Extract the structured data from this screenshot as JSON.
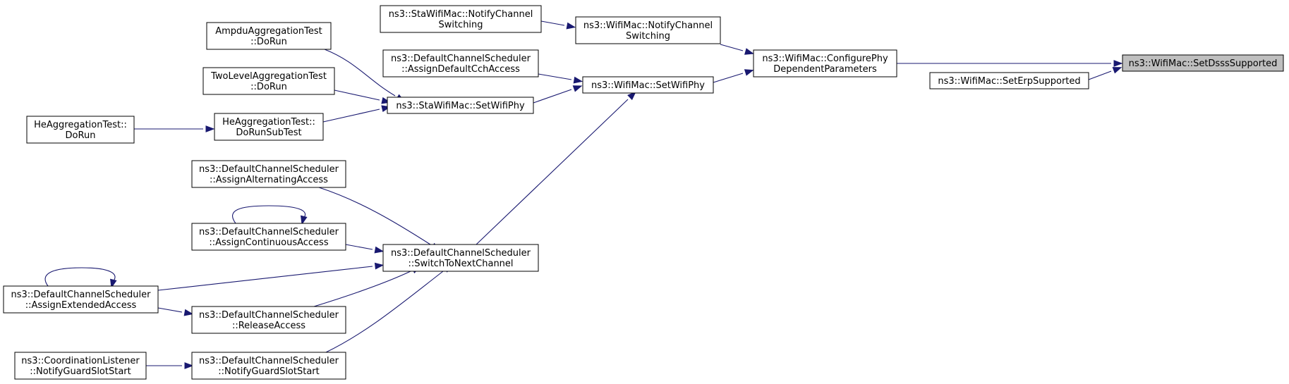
{
  "diagram": {
    "nodes": [
      {
        "id": "setdsss",
        "lines": [
          "ns3::WifiMac::SetDsssSupported"
        ],
        "current": true
      },
      {
        "id": "configphy",
        "lines": [
          "ns3::WifiMac::ConfigurePhy",
          "DependentParameters"
        ]
      },
      {
        "id": "seterp",
        "lines": [
          "ns3::WifiMac::SetErpSupported"
        ]
      },
      {
        "id": "wifimacnotify",
        "lines": [
          "ns3::WifiMac::NotifyChannel",
          "Switching"
        ]
      },
      {
        "id": "stanotify",
        "lines": [
          "ns3::StaWifiMac::NotifyChannel",
          "Switching"
        ]
      },
      {
        "id": "wifimacsetphy",
        "lines": [
          "ns3::WifiMac::SetWifiPhy"
        ]
      },
      {
        "id": "assigndefaultcch",
        "lines": [
          "ns3::DefaultChannelScheduler",
          "::AssignDefaultCchAccess"
        ]
      },
      {
        "id": "stasetphy",
        "lines": [
          "ns3::StaWifiMac::SetWifiPhy"
        ]
      },
      {
        "id": "switchnext",
        "lines": [
          "ns3::DefaultChannelScheduler",
          "::SwitchToNextChannel"
        ]
      },
      {
        "id": "ampdu",
        "lines": [
          "AmpduAggregationTest",
          "::DoRun"
        ]
      },
      {
        "id": "twolevel",
        "lines": [
          "TwoLevelAggregationTest",
          "::DoRun"
        ]
      },
      {
        "id": "hesub",
        "lines": [
          "HeAggregationTest::",
          "DoRunSubTest"
        ]
      },
      {
        "id": "herun",
        "lines": [
          "HeAggregationTest::",
          "DoRun"
        ]
      },
      {
        "id": "assignalt",
        "lines": [
          "ns3::DefaultChannelScheduler",
          "::AssignAlternatingAccess"
        ]
      },
      {
        "id": "assigncont",
        "lines": [
          "ns3::DefaultChannelScheduler",
          "::AssignContinuousAccess"
        ]
      },
      {
        "id": "assignext",
        "lines": [
          "ns3::DefaultChannelScheduler",
          "::AssignExtendedAccess"
        ]
      },
      {
        "id": "release",
        "lines": [
          "ns3::DefaultChannelScheduler",
          "::ReleaseAccess"
        ]
      },
      {
        "id": "notifyguard",
        "lines": [
          "ns3::DefaultChannelScheduler",
          "::NotifyGuardSlotStart"
        ]
      },
      {
        "id": "coordlistener",
        "lines": [
          "ns3::CoordinationListener",
          "::NotifyGuardSlotStart"
        ]
      }
    ],
    "edges": [
      {
        "from": "configphy",
        "to": "setdsss"
      },
      {
        "from": "seterp",
        "to": "setdsss"
      },
      {
        "from": "wifimacnotify",
        "to": "configphy"
      },
      {
        "from": "wifimacsetphy",
        "to": "configphy"
      },
      {
        "from": "stanotify",
        "to": "wifimacnotify"
      },
      {
        "from": "assigndefaultcch",
        "to": "wifimacsetphy"
      },
      {
        "from": "stasetphy",
        "to": "wifimacsetphy"
      },
      {
        "from": "switchnext",
        "to": "wifimacsetphy"
      },
      {
        "from": "ampdu",
        "to": "stasetphy"
      },
      {
        "from": "twolevel",
        "to": "stasetphy"
      },
      {
        "from": "hesub",
        "to": "stasetphy"
      },
      {
        "from": "herun",
        "to": "hesub"
      },
      {
        "from": "assignalt",
        "to": "switchnext"
      },
      {
        "from": "assigncont",
        "to": "switchnext"
      },
      {
        "from": "assignext",
        "to": "switchnext"
      },
      {
        "from": "release",
        "to": "switchnext"
      },
      {
        "from": "notifyguard",
        "to": "switchnext"
      },
      {
        "from": "assigncont",
        "to": "assigncont"
      },
      {
        "from": "assignext",
        "to": "assignext"
      },
      {
        "from": "assignext",
        "to": "release"
      },
      {
        "from": "coordlistener",
        "to": "notifyguard"
      }
    ]
  }
}
